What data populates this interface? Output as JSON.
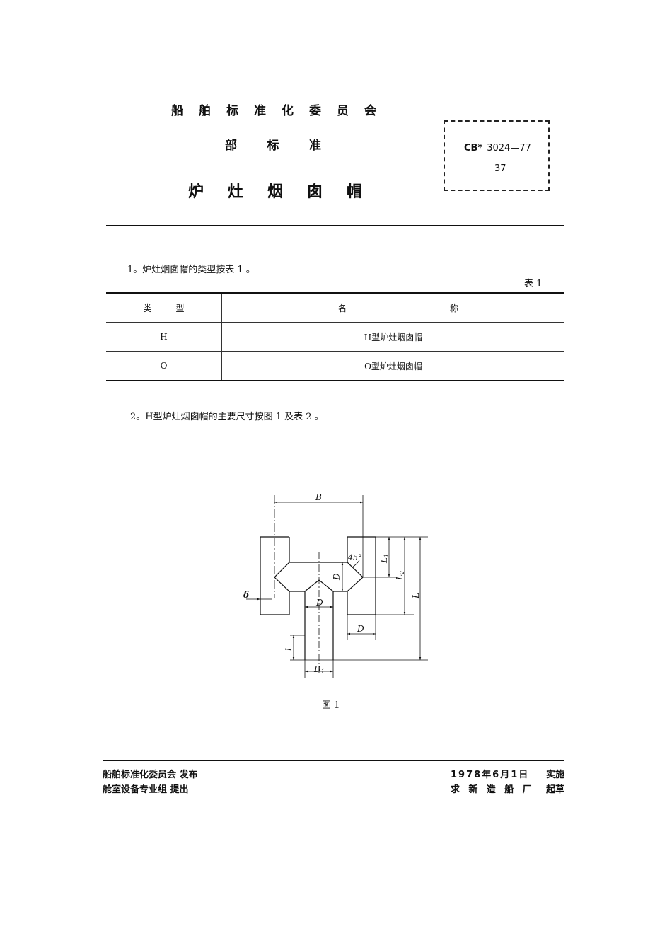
{
  "header": {
    "committee_chars": [
      "船",
      "舶",
      "标",
      "准",
      "化",
      "委",
      "员",
      "会"
    ],
    "standard_level_chars": [
      "部",
      "标",
      "准"
    ],
    "title_chars": [
      "炉",
      "灶",
      "烟",
      "囱",
      "帽"
    ],
    "code_box": {
      "prefix": "CB*",
      "number": "3024—77",
      "page": "37"
    }
  },
  "section1": {
    "text": "1。炉灶烟囱帽的类型按表 1 。",
    "table_label": "表 1",
    "table": {
      "headers": {
        "type_a": "类",
        "type_b": "型",
        "name_a": "名",
        "name_b": "称"
      },
      "rows": [
        {
          "type": "H",
          "name": "H型炉灶烟囱帽"
        },
        {
          "type": "O",
          "name": "O型炉灶烟囱帽"
        }
      ]
    }
  },
  "section2": {
    "text": "2。H型炉灶烟囱帽的主要尺寸按图 1 及表 2 。"
  },
  "figure": {
    "caption": "图 1",
    "labels": {
      "B": "B",
      "angle": "45°",
      "L1": "L1",
      "L2": "L2",
      "L": "L",
      "D_body": "D",
      "D_pipe": "D",
      "D_side": "D",
      "delta": "δ",
      "l": "l",
      "D1": "D1"
    }
  },
  "footer": {
    "left_line1": "船舶标准化委员会  发布",
    "left_line2": "舱室设备专业组  提出",
    "right_line1_a": "1978年6月1日",
    "right_line1_b": "实施",
    "right_line2_chars": [
      "求",
      "新",
      "造",
      "船",
      "厂"
    ],
    "right_line2_b": "起草"
  }
}
